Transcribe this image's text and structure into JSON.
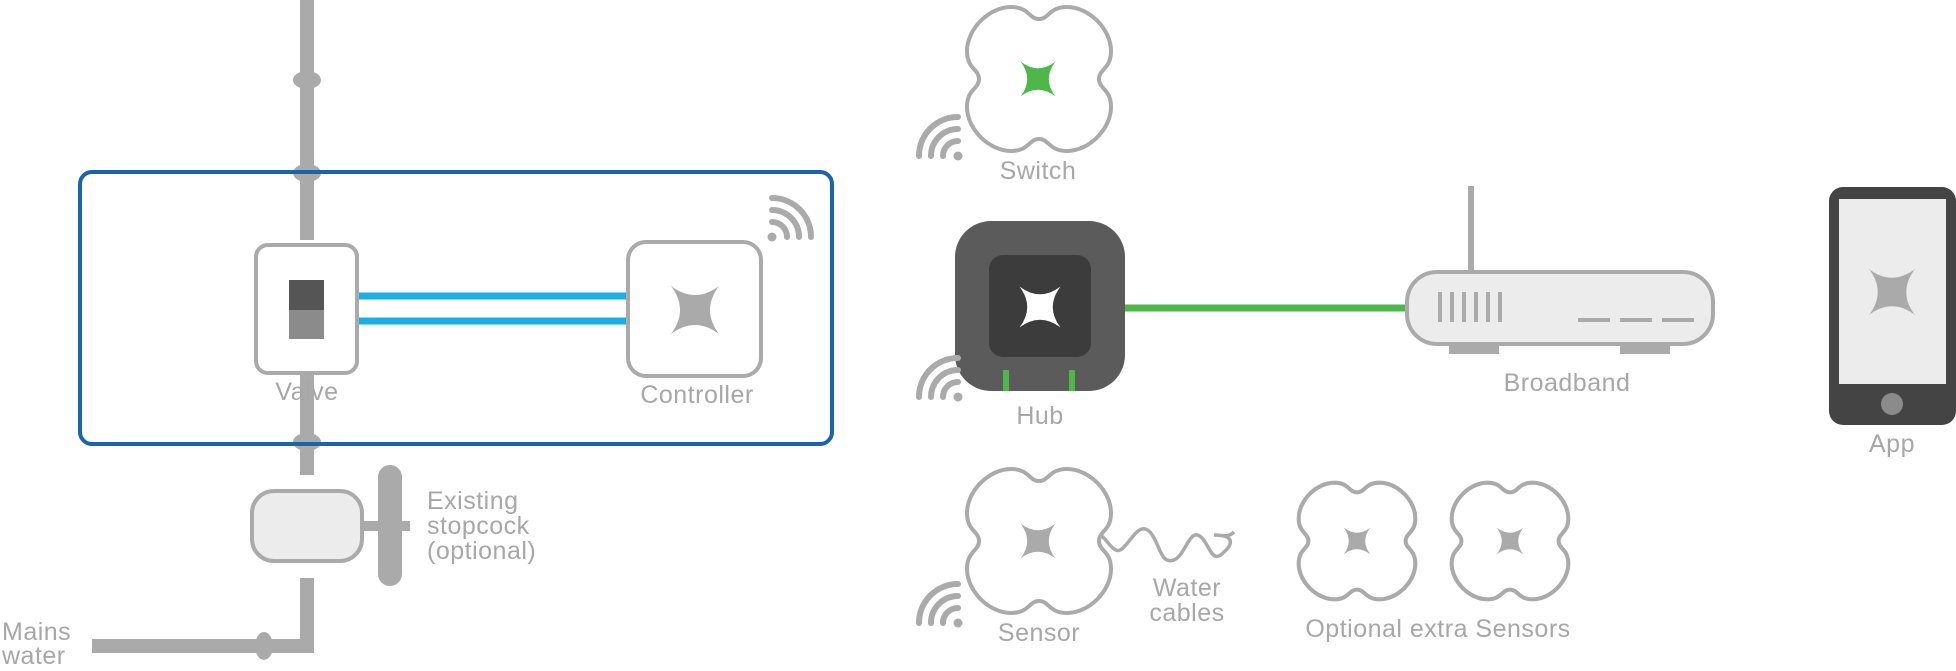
{
  "labels": {
    "valve": "Valve",
    "controller": "Controller",
    "existing_stopcock": [
      "Existing",
      "stopcock",
      "(optional)"
    ],
    "mains_water": [
      "Mains",
      "water"
    ],
    "switch": "Switch",
    "hub": "Hub",
    "broadband": "Broadband",
    "app": "App",
    "sensor": "Sensor",
    "water_cables": [
      "Water",
      "cables"
    ],
    "optional_extra_sensors": "Optional extra Sensors"
  },
  "colors": {
    "pipe": "#aaaaaa",
    "label": "#a7a7a7",
    "device_outline": "#a9a9a9",
    "device_fill": "#ececec",
    "enclosure_border": "#1b64ad",
    "blue_cable": "#1aaee6",
    "green_accent": "#4db848",
    "hub_body": "#5b5b5b",
    "hub_inner": "#3c3c3c",
    "phone_body": "#444444"
  },
  "icons": [
    "wifi-icon",
    "x-logo-icon"
  ]
}
